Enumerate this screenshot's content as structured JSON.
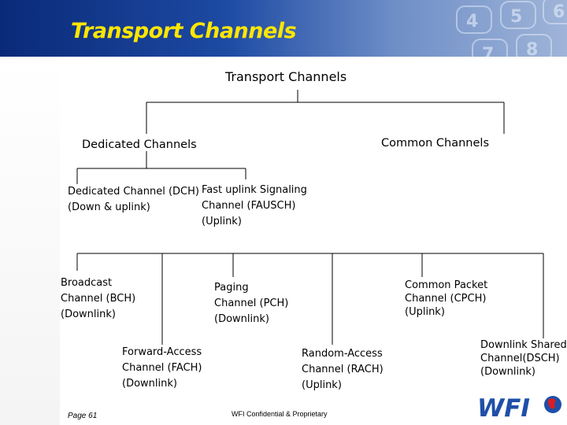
{
  "slide": {
    "title": "Transport Channels",
    "footer_page": "Page 61",
    "footer_confidential": "WFI Confidential & Proprietary",
    "logo_text": "WFI",
    "colors": {
      "title": "#ffe600",
      "banner": "#1d4aa3",
      "logo_blue": "#1f4fa8",
      "logo_red": "#d61f26",
      "line": "#000000"
    }
  },
  "diagram": {
    "root": [
      "Transport Channels"
    ],
    "dedicated_group": [
      "Dedicated Channels"
    ],
    "common_group": [
      "Common Channels"
    ],
    "dch": [
      "Dedicated Channel (DCH)",
      "(Down & uplink)"
    ],
    "fausch": [
      "Fast uplink Signaling",
      "Channel (FAUSCH)",
      "(Uplink)"
    ],
    "bch": [
      "Broadcast",
      "Channel (BCH)",
      "(Downlink)"
    ],
    "fach": [
      "Forward-Access",
      "Channel (FACH)",
      "(Downlink)"
    ],
    "pch": [
      "Paging",
      "Channel (PCH)",
      "(Downlink)"
    ],
    "rach": [
      "Random-Access",
      "Channel (RACH)",
      "(Uplink)"
    ],
    "cpch": [
      "Common Packet",
      "Channel (CPCH)",
      "(Uplink)"
    ],
    "dsch": [
      "Downlink Shared",
      "Channel(DSCH)",
      "(Downlink)"
    ]
  }
}
